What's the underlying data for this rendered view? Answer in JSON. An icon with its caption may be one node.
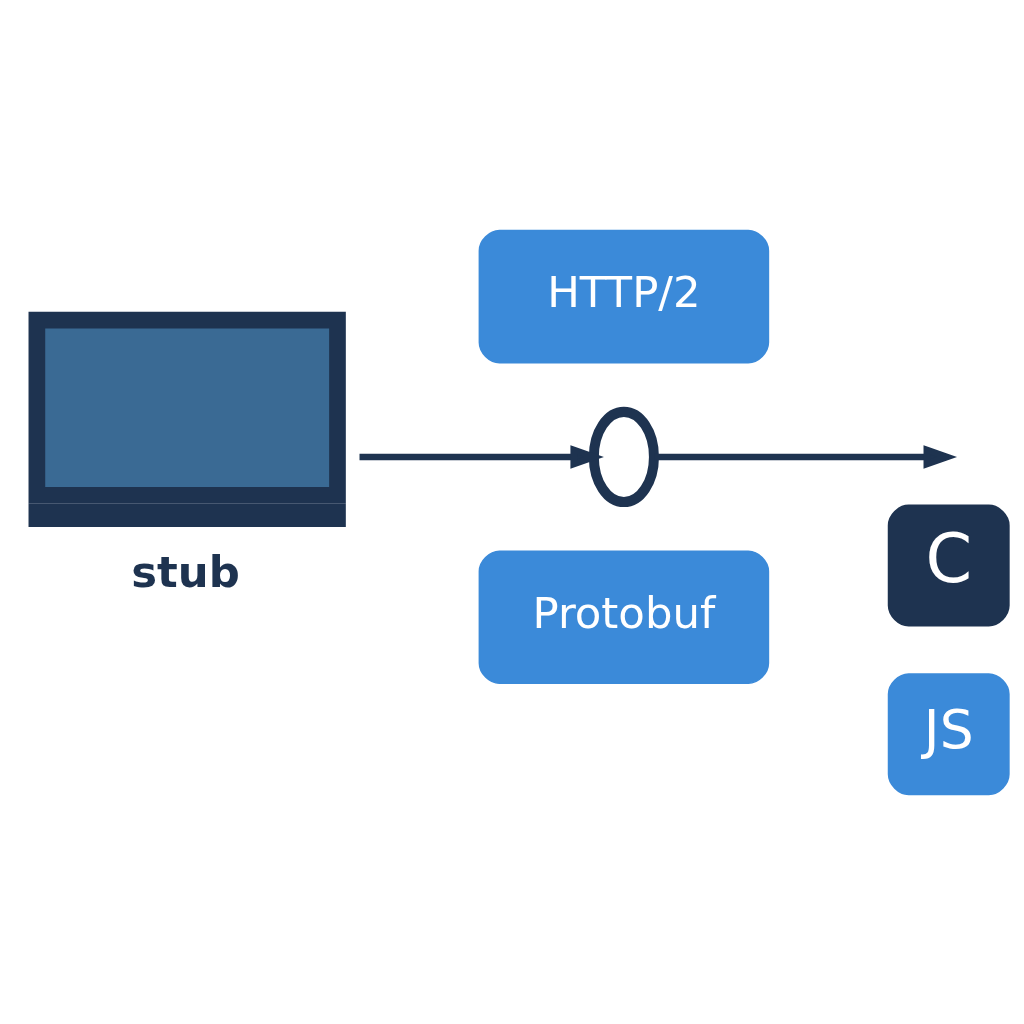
{
  "diagram": {
    "nodes": [
      {
        "text": [
          "stub"
        ]
      },
      {
        "text": [],
        "shape": "link"
      },
      {
        "text": [
          "HTTP/2"
        ]
      },
      {
        "text": [
          "Protobuf"
        ]
      },
      {
        "text": [
          "C"
        ]
      },
      {
        "text": [
          "JS"
        ]
      }
    ],
    "edges": [
      {
        "from": 0,
        "to": 1,
        "arrow": "to"
      },
      {
        "from": 1,
        "to": null,
        "arrow": "to"
      }
    ]
  }
}
